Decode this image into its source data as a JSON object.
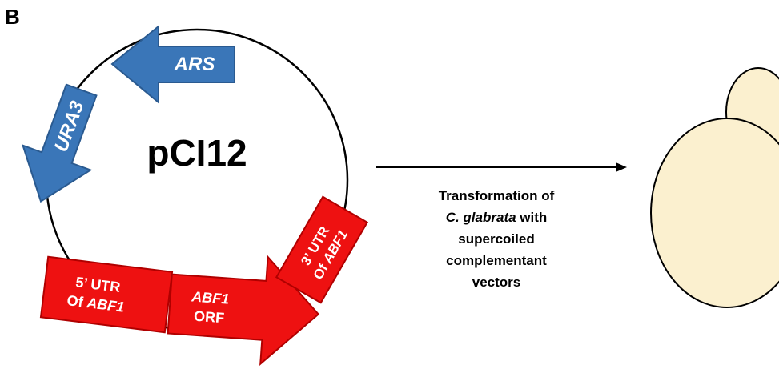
{
  "panel_letter": "B",
  "plasmid": {
    "name": "pCI12",
    "features": {
      "ars": {
        "label": "ARS"
      },
      "ura3": {
        "label": "URA3"
      },
      "utr5": {
        "line1": "5’ UTR",
        "line2_prefix": "Of ",
        "line2_italic": "ABF1"
      },
      "orf": {
        "line1_italic": "ABF1",
        "line2": "ORF"
      },
      "utr3": {
        "line1": "3’ UTR",
        "line2_prefix": "Of ",
        "line2_italic": "ABF1"
      }
    }
  },
  "arrow_caption": {
    "line1": "Transformation of",
    "line2_italic": "C. glabrata",
    "line2_suffix": " with",
    "line3": "supercoiled",
    "line4": "complementant",
    "line5": "vectors"
  },
  "colors": {
    "marker_blue": "#3a76b8",
    "marker_blue_stroke": "#2a5a90",
    "abf1_red": "#ee1111",
    "abf1_red_stroke": "#b00000",
    "yeast_cell": "#fbf0cf",
    "outline": "#000000"
  }
}
